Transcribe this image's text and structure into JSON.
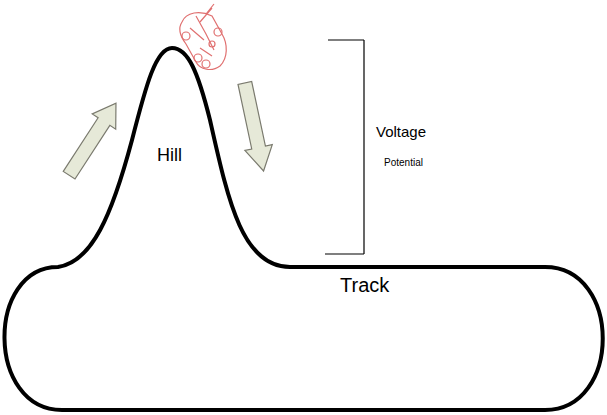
{
  "diagram": {
    "labels": [
      "Hill",
      "Voltage",
      "Potential",
      "Track"
    ]
  }
}
